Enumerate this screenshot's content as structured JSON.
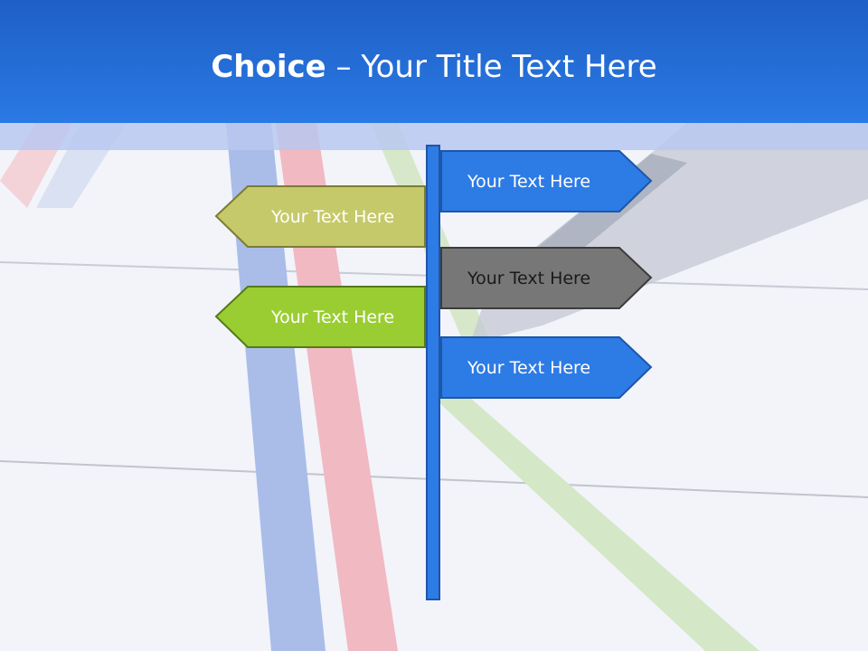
{
  "slide": {
    "title_bold": "Choice",
    "title_rest": " – Your Title Text Here"
  },
  "signs": [
    {
      "label": "Your Text Here",
      "direction": "right",
      "fill": "#2d7be5",
      "text_color": "#ffffff"
    },
    {
      "label": "Your Text Here",
      "direction": "left",
      "fill": "#c6c96a",
      "text_color": "#ffffff"
    },
    {
      "label": "Your Text Here",
      "direction": "right",
      "fill": "#777777",
      "text_color": "#1a1a1a"
    },
    {
      "label": "Your Text Here",
      "direction": "left",
      "fill": "#9acd32",
      "text_color": "#ffffff"
    },
    {
      "label": "Your Text Here",
      "direction": "right",
      "fill": "#2d7be5",
      "text_color": "#ffffff"
    }
  ],
  "colors": {
    "header": "#2a79e4",
    "post": "#2d7be5"
  }
}
